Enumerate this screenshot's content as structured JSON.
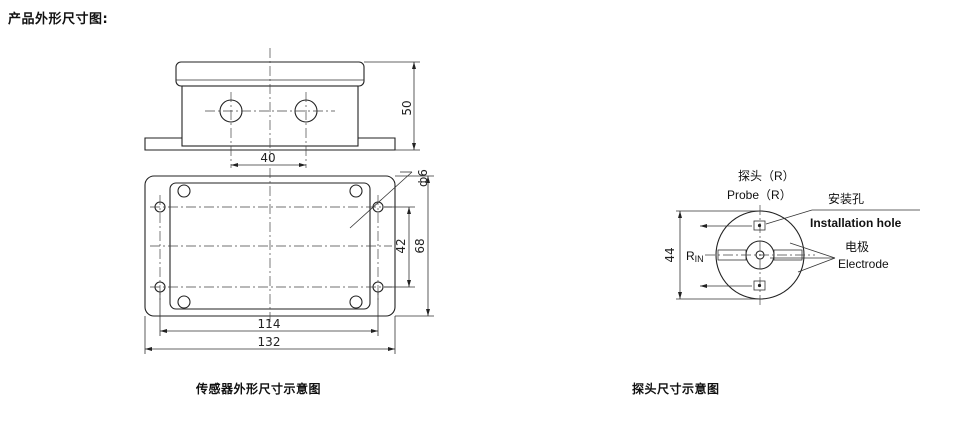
{
  "page": {
    "heading": "产品外形尺寸图:"
  },
  "sensor_diagram": {
    "caption": "传感器外形尺寸示意图",
    "dim_width_outer": "132",
    "dim_width_inner": "114",
    "dim_hole_spacing": "40",
    "dim_height": "50",
    "dim_depth_outer": "68",
    "dim_depth_inner": "42",
    "dim_hole_diameter": "ф6"
  },
  "probe_diagram": {
    "caption": "探头尺寸示意图",
    "label_probe_cn": "探头（R）",
    "label_probe_en": "Probe（R）",
    "label_install_cn": "安装孔",
    "label_install_en": "Installation hole",
    "label_electrode_cn": "电极",
    "label_electrode_en": "Electrode",
    "label_rin_main": "R",
    "label_rin_sub": "IN",
    "dim_diameter": "44"
  }
}
